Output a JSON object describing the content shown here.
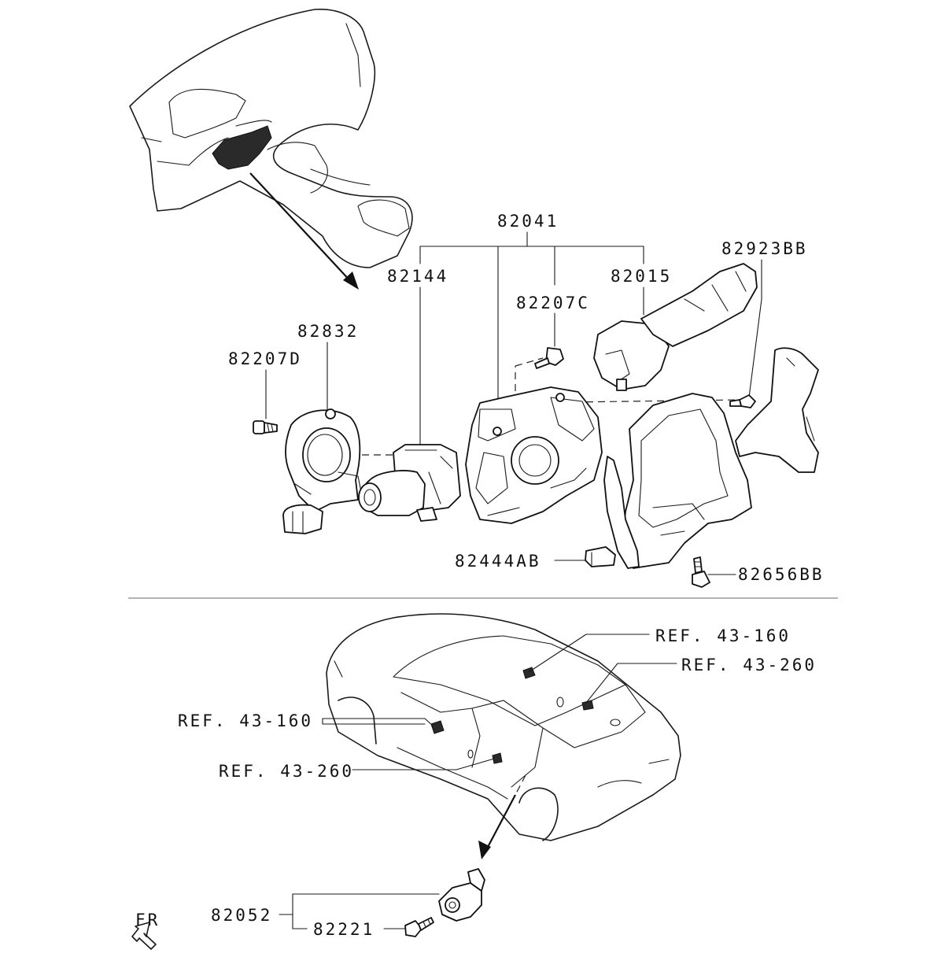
{
  "labels": {
    "p82041": "82041",
    "p82144": "82144",
    "p82015": "82015",
    "p82923BB": "82923BB",
    "p82207C": "82207C",
    "p82832": "82832",
    "p82207D": "82207D",
    "p82444AB": "82444AB",
    "p82656BB": "82656BB",
    "ref_43_160_upper": "REF. 43-160",
    "ref_43_260_upper": "REF. 43-260",
    "ref_43_160_left": "REF. 43-160",
    "ref_43_260_lower": "REF. 43-260",
    "p82052": "82052",
    "p82221": "82221",
    "fr": "FR"
  }
}
